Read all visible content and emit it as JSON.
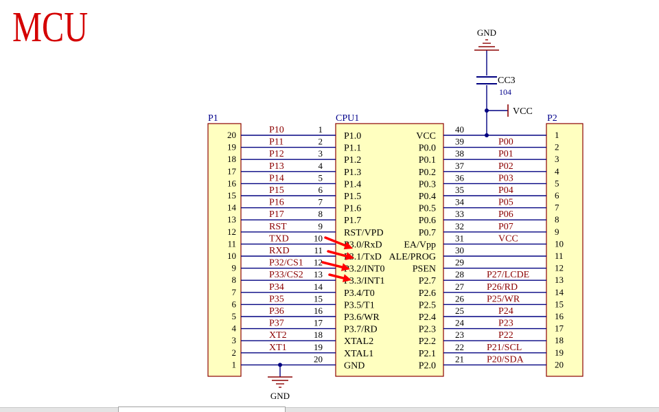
{
  "title": "MCU",
  "colors": {
    "wire": "#000080",
    "net_label": "#8b0000",
    "component_fill": "#ffffc0",
    "component_stroke": "#8b0000",
    "text": "#000000",
    "designator": "#00008b",
    "arrow": "#ff0000",
    "title": "#d40000"
  },
  "cpu": {
    "designator": "CPU1",
    "left_pins": [
      {
        "num": "1",
        "name": "P1.0",
        "net": "P10"
      },
      {
        "num": "2",
        "name": "P1.1",
        "net": "P11"
      },
      {
        "num": "3",
        "name": "P1.2",
        "net": "P12"
      },
      {
        "num": "4",
        "name": "P1.3",
        "net": "P13"
      },
      {
        "num": "5",
        "name": "P1.4",
        "net": "P14"
      },
      {
        "num": "6",
        "name": "P1.5",
        "net": "P15"
      },
      {
        "num": "7",
        "name": "P1.6",
        "net": "P16"
      },
      {
        "num": "8",
        "name": "P1.7",
        "net": "P17"
      },
      {
        "num": "9",
        "name": "RST/VPD",
        "net": "RST"
      },
      {
        "num": "10",
        "name": "P3.0/RxD",
        "net": "TXD"
      },
      {
        "num": "11",
        "name": "P3.1/TxD",
        "net": "RXD"
      },
      {
        "num": "12",
        "name": "P3.2/INT0",
        "net": "P32/CS1"
      },
      {
        "num": "13",
        "name": "P3.3/INT1",
        "net": "P33/CS2"
      },
      {
        "num": "14",
        "name": "P3.4/T0",
        "net": "P34"
      },
      {
        "num": "15",
        "name": "P3.5/T1",
        "net": "P35"
      },
      {
        "num": "16",
        "name": "P3.6/WR",
        "net": "P36"
      },
      {
        "num": "17",
        "name": "P3.7/RD",
        "net": "P37"
      },
      {
        "num": "18",
        "name": "XTAL2",
        "net": "XT2"
      },
      {
        "num": "19",
        "name": "XTAL1",
        "net": "XT1"
      },
      {
        "num": "20",
        "name": "GND",
        "net": ""
      }
    ],
    "right_pins": [
      {
        "num": "40",
        "name": "VCC",
        "net": ""
      },
      {
        "num": "39",
        "name": "P0.0",
        "net": "P00"
      },
      {
        "num": "38",
        "name": "P0.1",
        "net": "P01"
      },
      {
        "num": "37",
        "name": "P0.2",
        "net": "P02"
      },
      {
        "num": "36",
        "name": "P0.3",
        "net": "P03"
      },
      {
        "num": "35",
        "name": "P0.4",
        "net": "P04"
      },
      {
        "num": "34",
        "name": "P0.5",
        "net": "P05"
      },
      {
        "num": "33",
        "name": "P0.6",
        "net": "P06"
      },
      {
        "num": "32",
        "name": "P0.7",
        "net": "P07"
      },
      {
        "num": "31",
        "name": "EA/Vpp",
        "net": "VCC"
      },
      {
        "num": "30",
        "name": "ALE/PROG",
        "net": ""
      },
      {
        "num": "29",
        "name": "PSEN",
        "net": ""
      },
      {
        "num": "28",
        "name": "P2.7",
        "net": "P27/LCDE"
      },
      {
        "num": "27",
        "name": "P2.6",
        "net": "P26/RD"
      },
      {
        "num": "26",
        "name": "P2.5",
        "net": "P25/WR"
      },
      {
        "num": "25",
        "name": "P2.4",
        "net": "P24"
      },
      {
        "num": "24",
        "name": "P2.3",
        "net": "P23"
      },
      {
        "num": "23",
        "name": "P2.2",
        "net": "P22"
      },
      {
        "num": "22",
        "name": "P2.1",
        "net": "P21/SCL"
      },
      {
        "num": "21",
        "name": "P2.0",
        "net": "P20/SDA"
      }
    ]
  },
  "p1": {
    "designator": "P1",
    "pins": [
      "20",
      "19",
      "18",
      "17",
      "16",
      "15",
      "14",
      "13",
      "12",
      "11",
      "10",
      "9",
      "8",
      "7",
      "6",
      "5",
      "4",
      "3",
      "2",
      "1"
    ]
  },
  "p2": {
    "designator": "P2",
    "pins": [
      "1",
      "2",
      "3",
      "4",
      "5",
      "6",
      "7",
      "8",
      "9",
      "10",
      "11",
      "12",
      "13",
      "14",
      "15",
      "16",
      "17",
      "18",
      "19",
      "20"
    ]
  },
  "capacitor": {
    "designator": "CC3",
    "value": "104"
  },
  "power": {
    "gnd_top": "GND",
    "gnd_bottom": "GND",
    "vcc": "VCC"
  }
}
